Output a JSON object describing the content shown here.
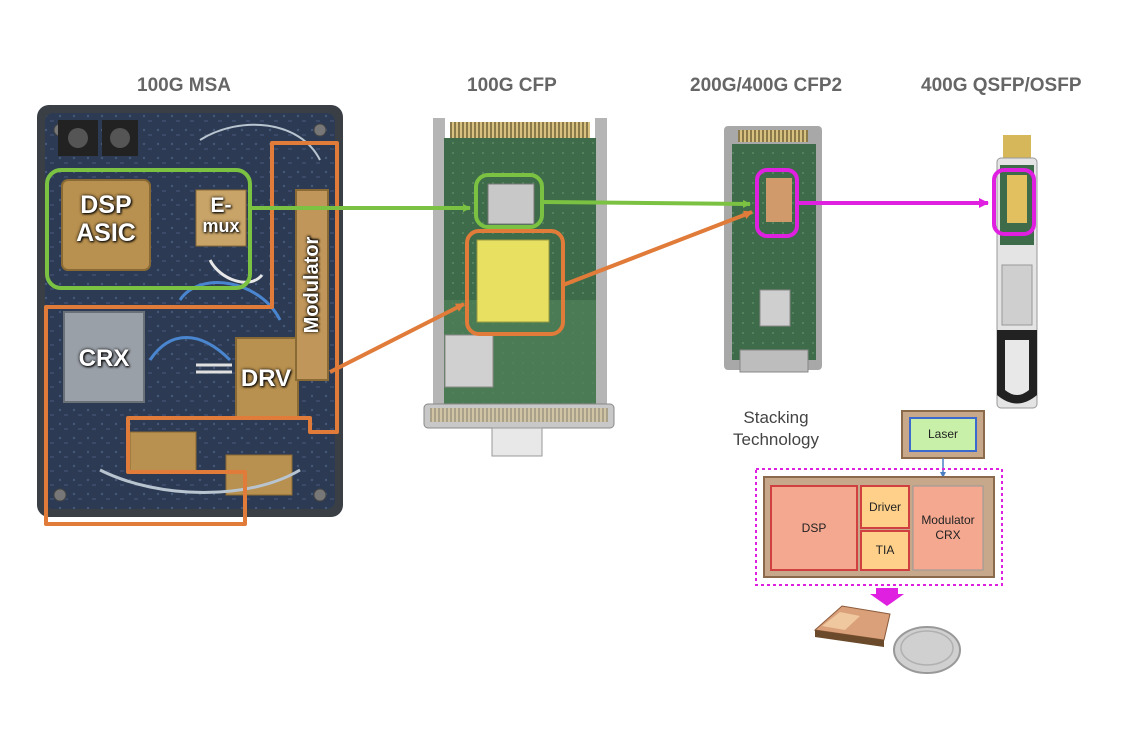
{
  "titles": {
    "msa": "100G MSA",
    "cfp": "100G CFP",
    "cfp2": "200G/400G CFP2",
    "qsfp": "400G QSFP/OSFP"
  },
  "msa_labels": {
    "dsp_line1": "DSP",
    "dsp_line2": "ASIC",
    "emux_line1": "E-",
    "emux_line2": "mux",
    "crx": "CRX",
    "drv": "DRV",
    "modulator": "Modulator"
  },
  "stacking": {
    "title_line1": "Stacking",
    "title_line2": "Technology",
    "laser": "Laser",
    "dsp": "DSP",
    "driver": "Driver",
    "tia": "TIA",
    "modulator_line1": "Modulator",
    "modulator_line2": "CRX"
  },
  "colors": {
    "green": "#7cc242",
    "orange": "#e07b39",
    "magenta": "#e020e0",
    "gold": "#b8904f",
    "board": "#2c3b53"
  }
}
